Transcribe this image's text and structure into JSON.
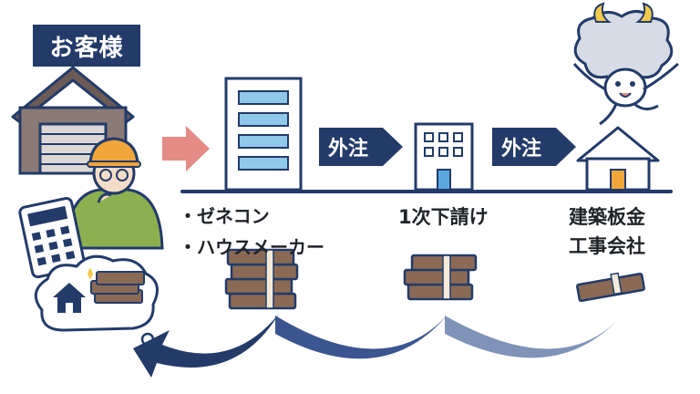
{
  "customer": {
    "label": "お客様"
  },
  "flow": {
    "outsource_1": "外注",
    "outsource_2": "外注"
  },
  "companies": {
    "general_contractor": [
      "・ゼネコン",
      "・ハウスメーカー"
    ],
    "subcontractor": "1次下請け",
    "roofing": [
      "建築板金",
      "工事会社"
    ]
  },
  "colors": {
    "navy": "#233b69",
    "mid_blue": "#3a558f",
    "light_blue": "#7f93b8",
    "salmon_arrow": "#e58b86",
    "money": "#8a6a55",
    "house_orange": "#f1a63b"
  }
}
